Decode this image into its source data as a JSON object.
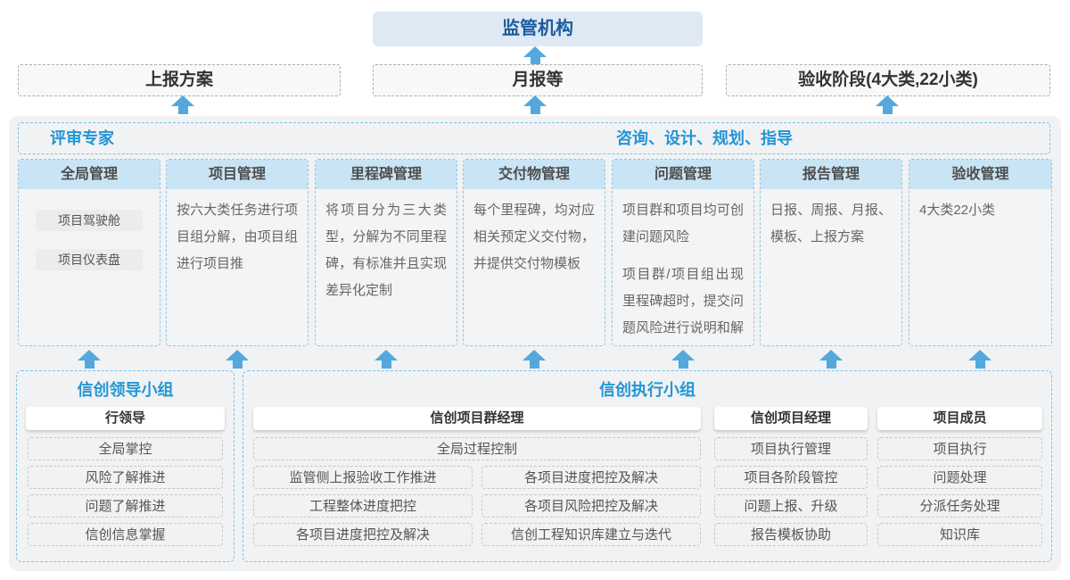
{
  "top": {
    "regulator": "监管机构",
    "report_plan": "上报方案",
    "monthly_report": "月报等",
    "acceptance_stage": "验收阶段(4大类,22小类)"
  },
  "platform": {
    "left_title": "评审专家",
    "right_title": "咨询、设计、规划、指导",
    "columns": [
      {
        "title": "全局管理",
        "items": [
          "项目驾驶舱",
          "项目仪表盘"
        ]
      },
      {
        "title": "项目管理",
        "text": "按六大类任务进行项目组分解，由项目组进行项目推"
      },
      {
        "title": "里程碑管理",
        "text": "将项目分为三大类型，分解为不同里程碑，有标准并且实现差异化定制"
      },
      {
        "title": "交付物管理",
        "text": "每个里程碑，均对应相关预定义交付物，并提供交付物模板"
      },
      {
        "title": "问题管理",
        "paragraphs": [
          "项目群和项目均可创建问题风险",
          "项目群/项目组出现里程碑超时，提交问题风险进行说明和解决"
        ]
      },
      {
        "title": "报告管理",
        "text": "日报、周报、月报、模板、上报方案"
      },
      {
        "title": "验收管理",
        "text": "4大类22小类"
      }
    ]
  },
  "lead_group": {
    "title": "信创领导小组",
    "role": "行领导",
    "items": [
      "全局掌控",
      "风险了解推进",
      "问题了解推进",
      "信创信息掌握"
    ]
  },
  "exec_group": {
    "title": "信创执行小组",
    "pgm": {
      "role": "信创项目群经理",
      "full_item": "全局过程控制",
      "left_items": [
        "监管侧上报验收工作推进",
        "工程整体进度把控",
        "各项目进度把控及解决"
      ],
      "right_items": [
        "各项目进度把控及解决",
        "各项目风险把控及解决",
        "信创工程知识库建立与迭代"
      ]
    },
    "pm": {
      "role": "信创项目经理",
      "items": [
        "项目执行管理",
        "项目各阶段管控",
        "问题上报、升级",
        "报告模板协助"
      ]
    },
    "member": {
      "role": "项目成员",
      "items": [
        "项目执行",
        "问题处理",
        "分派任务处理",
        "知识库"
      ]
    }
  },
  "colors": {
    "accent_blue": "#2496d5",
    "dark_blue": "#1a5c9e",
    "column_header_bg": "#c9e4f4",
    "arrow": "#54a8dc"
  }
}
